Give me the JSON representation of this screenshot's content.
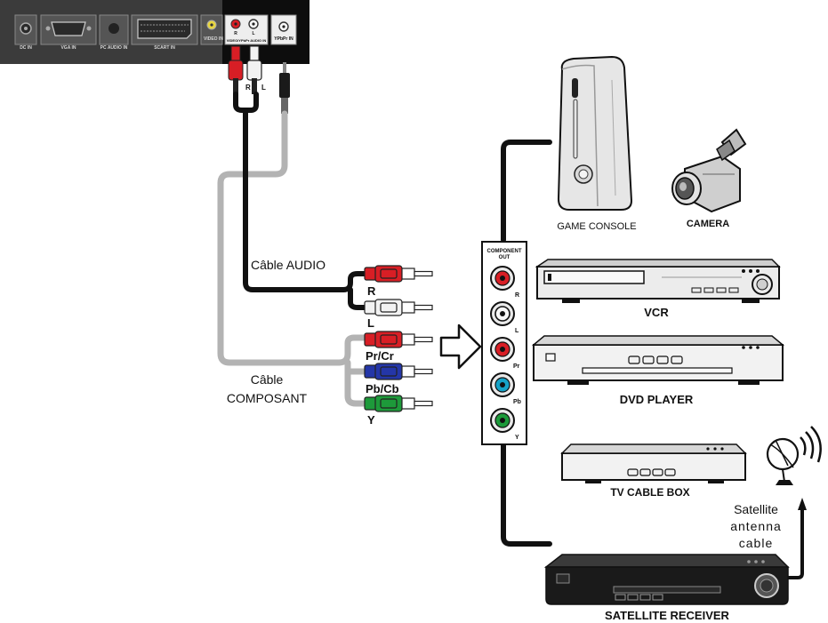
{
  "panel": {
    "dc_in": "DC IN",
    "vga_in": "VGA IN",
    "pc_audio_in": "PC AUDIO IN",
    "scart_in": "SCART IN",
    "video_in": "VIDEO IN",
    "r": "R",
    "l": "L",
    "audio_in": "VIDEO/YPbPr AUDIO IN",
    "ypbpr_in": "YPbPr IN"
  },
  "cables": {
    "plug_r": "R",
    "plug_l": "L",
    "audio_cable": "Câble AUDIO",
    "component_cable_line1": "Câble",
    "component_cable_line2": "COMPOSANT",
    "r": "R",
    "l": "L",
    "pr_cr": "Pr/Cr",
    "pb_cb": "Pb/Cb",
    "y": "Y"
  },
  "component_out": {
    "title_line1": "COMPONENT",
    "title_line2": "OUT",
    "jacks": [
      "R",
      "L",
      "Pr",
      "Pb",
      "Y"
    ]
  },
  "devices": {
    "game_console": "GAME CONSOLE",
    "camera": "CAMERA",
    "vcr": "VCR",
    "dvd_player": "DVD PLAYER",
    "tv_cable_box": "TV CABLE BOX",
    "satellite_receiver": "SATELLITE RECEIVER",
    "antenna_line1": "Satellite",
    "antenna_line2": "antenna",
    "antenna_line3": "cable"
  },
  "colors": {
    "red": "#d81e25",
    "white": "#f2f2f2",
    "blue": "#2436a8",
    "green": "#1d9a3a",
    "cyan": "#16a3c8",
    "gray_cable": "#b3b3b3",
    "black_cable": "#111111",
    "panel": "#3c3c3c"
  }
}
